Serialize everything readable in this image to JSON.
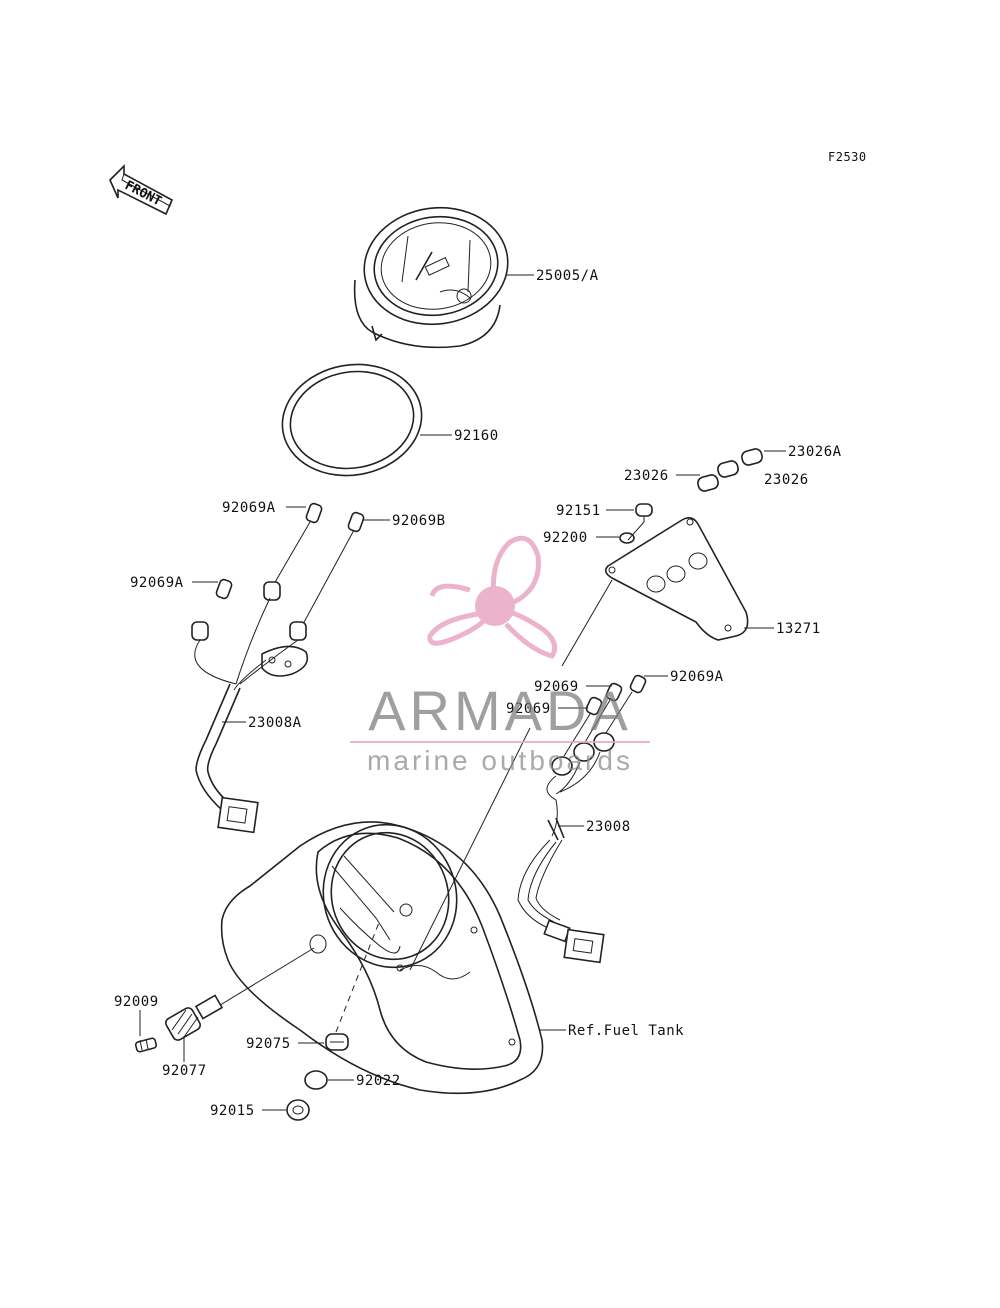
{
  "figure_code": "F2530",
  "direction_label": "FRONT",
  "watermark": {
    "brand": "ARMADA",
    "tagline": "marine outboards",
    "accent_color": "#e9a8c4",
    "text_color": "#7a7a7a"
  },
  "labels": {
    "p25005": "25005/A",
    "p92160": "92160",
    "p23026a": "23026A",
    "p23026_left": "23026",
    "p23026_right": "23026",
    "p92151": "92151",
    "p92200": "92200",
    "p13271": "13271",
    "p92069a_top": "92069A",
    "p92069b": "92069B",
    "p92069a_left": "92069A",
    "p23008a": "23008A",
    "p92069_upper": "92069",
    "p92069_lower": "92069",
    "p92069a_right": "92069A",
    "p23008": "23008",
    "p92009": "92009",
    "p92077": "92077",
    "p92075": "92075",
    "p92022": "92022",
    "p92015": "92015",
    "ref_fuel_tank": "Ref.Fuel Tank"
  }
}
